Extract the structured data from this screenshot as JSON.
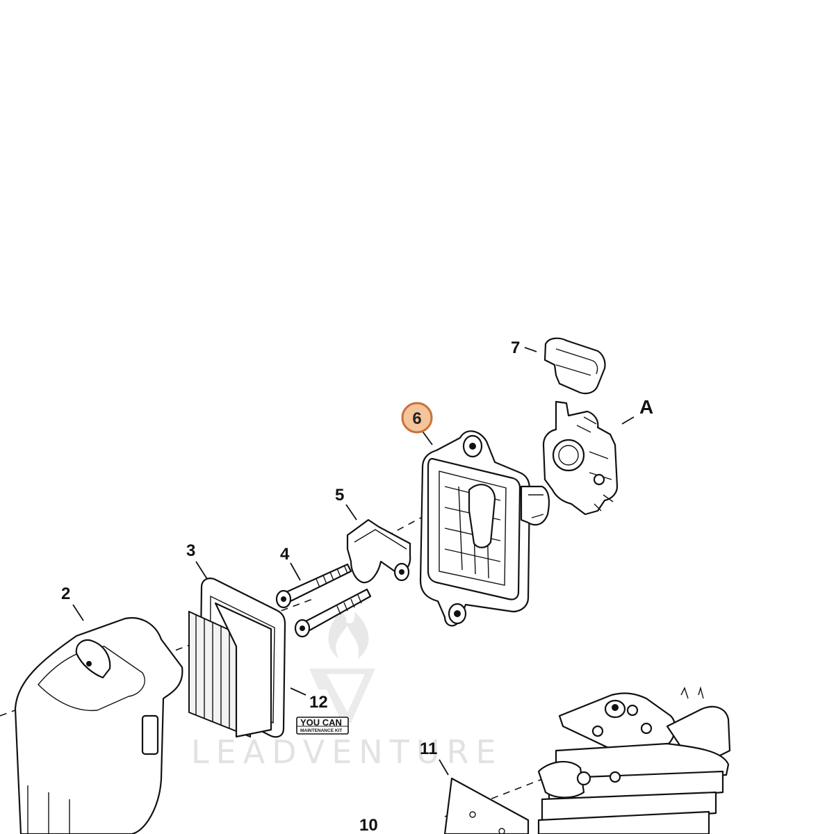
{
  "callouts": {
    "c2": "2",
    "c3": "3",
    "c4": "4",
    "c5": "5",
    "c6": "6",
    "c7": "7",
    "c10": "10",
    "c11": "11",
    "c12": "12"
  },
  "reference_letter": "A",
  "highlighted_callout": "6",
  "kit_badge": {
    "top": "YOU CAN",
    "bottom": "MAINTENANCE KIT"
  },
  "watermark": "LEADVENTURE",
  "colors": {
    "highlight_fill": "#f6c49b",
    "highlight_stroke": "#c9723a",
    "line": "#111111",
    "watermark": "#e2e2e2"
  }
}
